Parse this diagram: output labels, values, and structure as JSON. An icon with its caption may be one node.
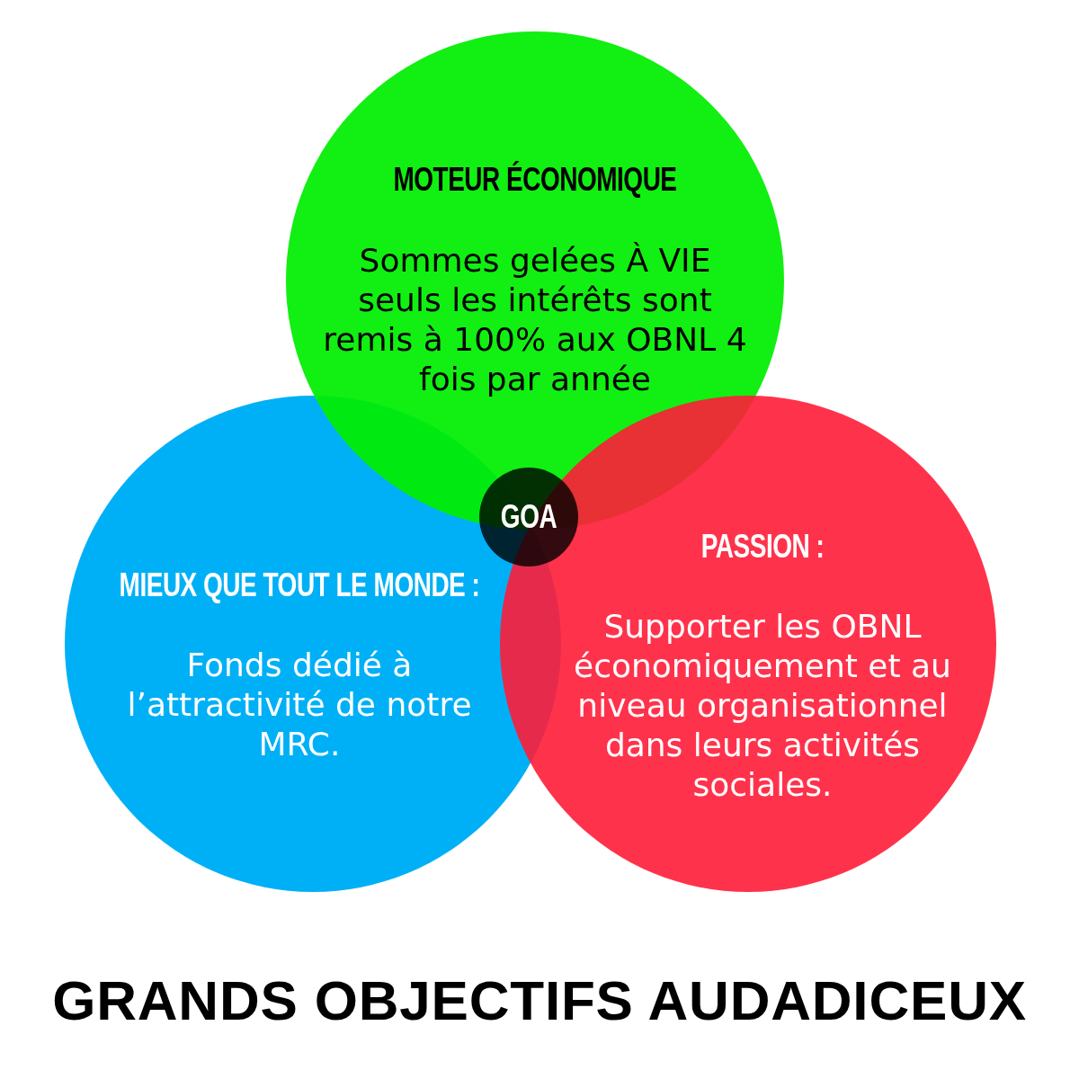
{
  "diagram": {
    "title": "GRANDS OBJECTIFS AUDADICEUX",
    "nodes": [
      {
        "text": [
          "MOTEUR ÉCONOMIQUE",
          "Sommes gelées À VIE seuls les intérêts sont remis à 100% aux OBNL 4 fois par année"
        ]
      },
      {
        "text": [
          "MIEUX QUE TOUT LE MONDE :",
          "Fonds dédié à l’attractivité de notre MRC."
        ]
      },
      {
        "text": [
          "PASSION :",
          "Supporter les OBNL économiquement et au niveau organisationnel dans leurs activités sociales."
        ]
      },
      {
        "text": [
          "GOA"
        ]
      }
    ]
  }
}
